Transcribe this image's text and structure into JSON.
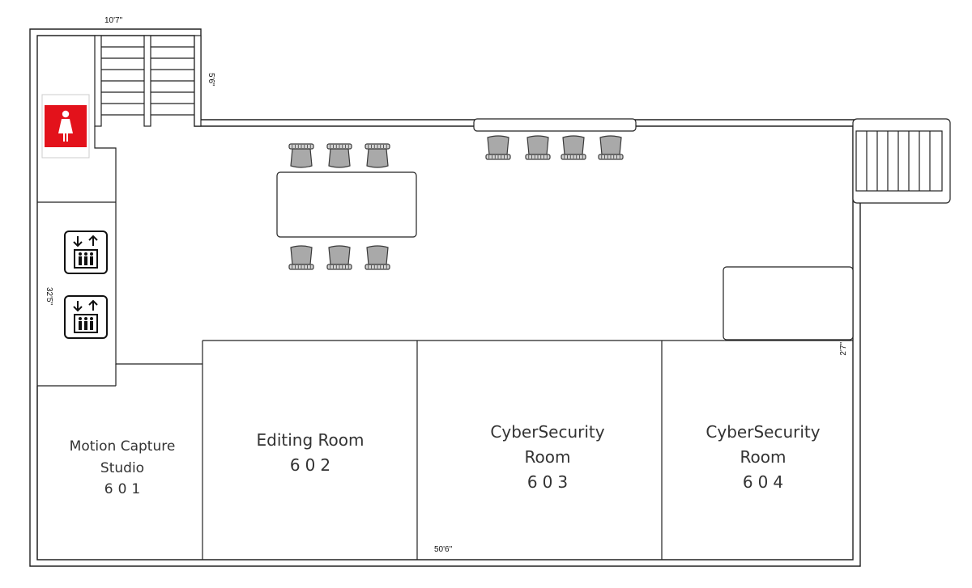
{
  "dimensions": {
    "top": "10'7\"",
    "stair_side": "5'6\"",
    "left": "32'5\"",
    "right": "2'7\"",
    "bottom": "50'6\""
  },
  "rooms": [
    {
      "name_line1": "Motion Capture",
      "name_line2": "Studio",
      "number": "601"
    },
    {
      "name_line1": "Editing Room",
      "number": "602"
    },
    {
      "name_line1": "CyberSecurity",
      "name_line2": "Room",
      "number": "603"
    },
    {
      "name_line1": "CyberSecurity",
      "name_line2": "Room",
      "number": "604"
    }
  ],
  "icons": {
    "restroom": "female-restroom-icon",
    "elevator": "elevator-icon"
  },
  "colors": {
    "wall": "#222222",
    "restroom_sign": "#e3121b",
    "chair_fill": "#a9a9a9",
    "chair_stroke": "#3a3a3a",
    "background": "#ffffff"
  }
}
